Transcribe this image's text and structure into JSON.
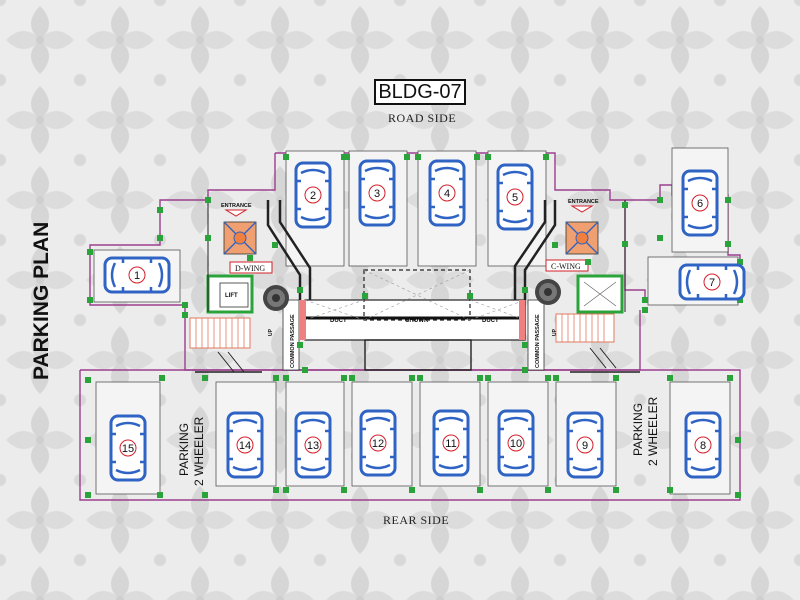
{
  "title": "BLDG-07",
  "road_side": "ROAD SIDE",
  "rear_side": "REAR SIDE",
  "plan_label": "PARKING PLAN",
  "labels": {
    "entrance": "ENTRANCE",
    "d_wing": "D-WING",
    "c_wing": "C-WING",
    "lift": "LIFT",
    "up": "UP",
    "duct": "DUCT",
    "chowk": "CHOWK",
    "common_passage": "COMMON PASSAGE",
    "parking": "PARKING",
    "two_wheeler": "2 WHEELER"
  },
  "colors": {
    "wall": "#9b3f8e",
    "car": "#2f63c4",
    "car_number": "#d2202a",
    "column": "#2aa33a",
    "stair": "#e07a5f"
  },
  "icons": [
    "car-icon",
    "stair-icon",
    "lift-icon",
    "entrance-arrow-icon",
    "vent-icon"
  ],
  "slots": [
    {
      "number": "1"
    },
    {
      "number": "2"
    },
    {
      "number": "3"
    },
    {
      "number": "4"
    },
    {
      "number": "5"
    },
    {
      "number": "6"
    },
    {
      "number": "7"
    },
    {
      "number": "8"
    },
    {
      "number": "9"
    },
    {
      "number": "10"
    },
    {
      "number": "11"
    },
    {
      "number": "12"
    },
    {
      "number": "13"
    },
    {
      "number": "14"
    },
    {
      "number": "15"
    }
  ]
}
